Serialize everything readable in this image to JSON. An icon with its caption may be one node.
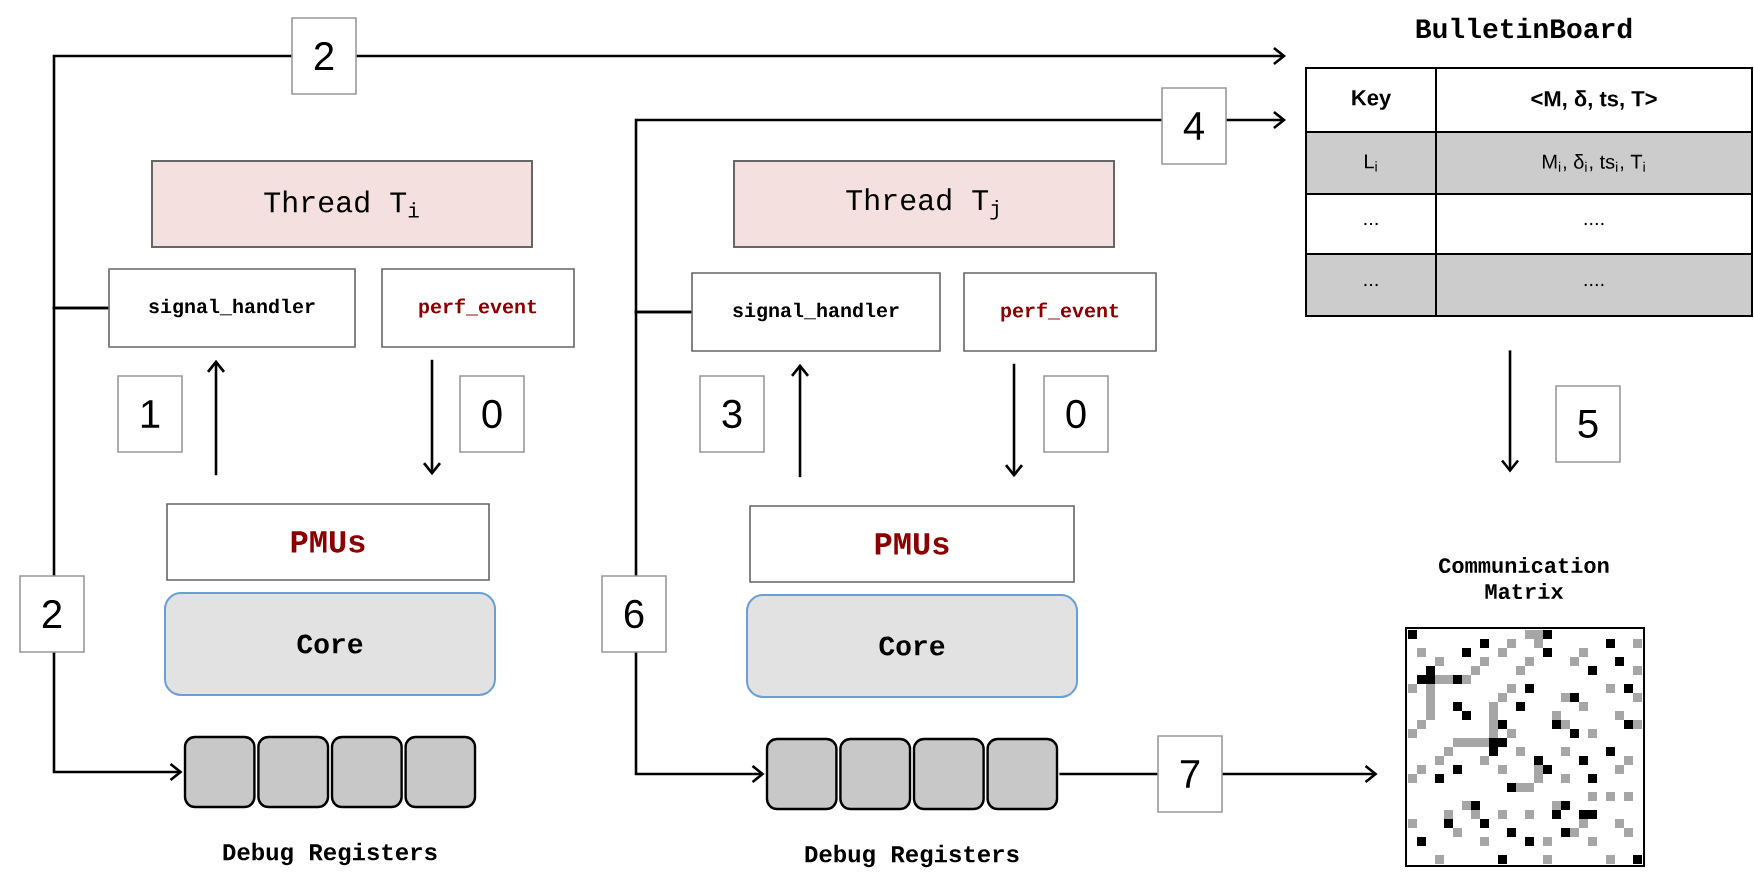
{
  "diagram": {
    "nodes": [
      {
        "text": [
          "Thread T$_{i}$"
        ]
      },
      {
        "text": [
          "signal_handler"
        ]
      },
      {
        "text": [
          "perf_event"
        ]
      },
      {
        "text": [
          "PMUs"
        ]
      },
      {
        "text": [
          "Core"
        ]
      },
      {
        "text": [
          "Debug Registers"
        ]
      },
      {
        "text": [
          "Thread T$_{j}$"
        ]
      },
      {
        "text": [
          "signal_handler"
        ]
      },
      {
        "text": [
          "perf_event"
        ]
      },
      {
        "text": [
          "PMUs"
        ]
      },
      {
        "text": [
          "Core"
        ]
      },
      {
        "text": [
          "Debug Registers"
        ]
      },
      {
        "text": [
          "BulletinBoard",
          "Key",
          "<M, δ, ts, T>",
          "L$_{i}$",
          "M$_{i}$, δ$_{i}$, ts$_{i}$, T$_{i}$",
          "...",
          "....",
          "...",
          "...."
        ]
      },
      {
        "text": [
          "Communication Matrix"
        ]
      }
    ],
    "edges": [
      {
        "from": 2,
        "to": 3,
        "arrow": "to",
        "label": "0"
      },
      {
        "from": 3,
        "to": 1,
        "arrow": "to",
        "label": "1"
      },
      {
        "from": 1,
        "to": 12,
        "arrow": "to",
        "label": "2"
      },
      {
        "from": 1,
        "to": 5,
        "arrow": "to",
        "label": "2"
      },
      {
        "from": 8,
        "to": 9,
        "arrow": "to",
        "label": "0"
      },
      {
        "from": 9,
        "to": 7,
        "arrow": "to",
        "label": "3"
      },
      {
        "from": 7,
        "to": 12,
        "arrow": "to",
        "label": "4"
      },
      {
        "from": 7,
        "to": 11,
        "arrow": "to",
        "label": "6"
      },
      {
        "from": 12,
        "to": 13,
        "arrow": "to",
        "label": "5"
      },
      {
        "from": 11,
        "to": 13,
        "arrow": "to",
        "label": "7"
      }
    ]
  }
}
